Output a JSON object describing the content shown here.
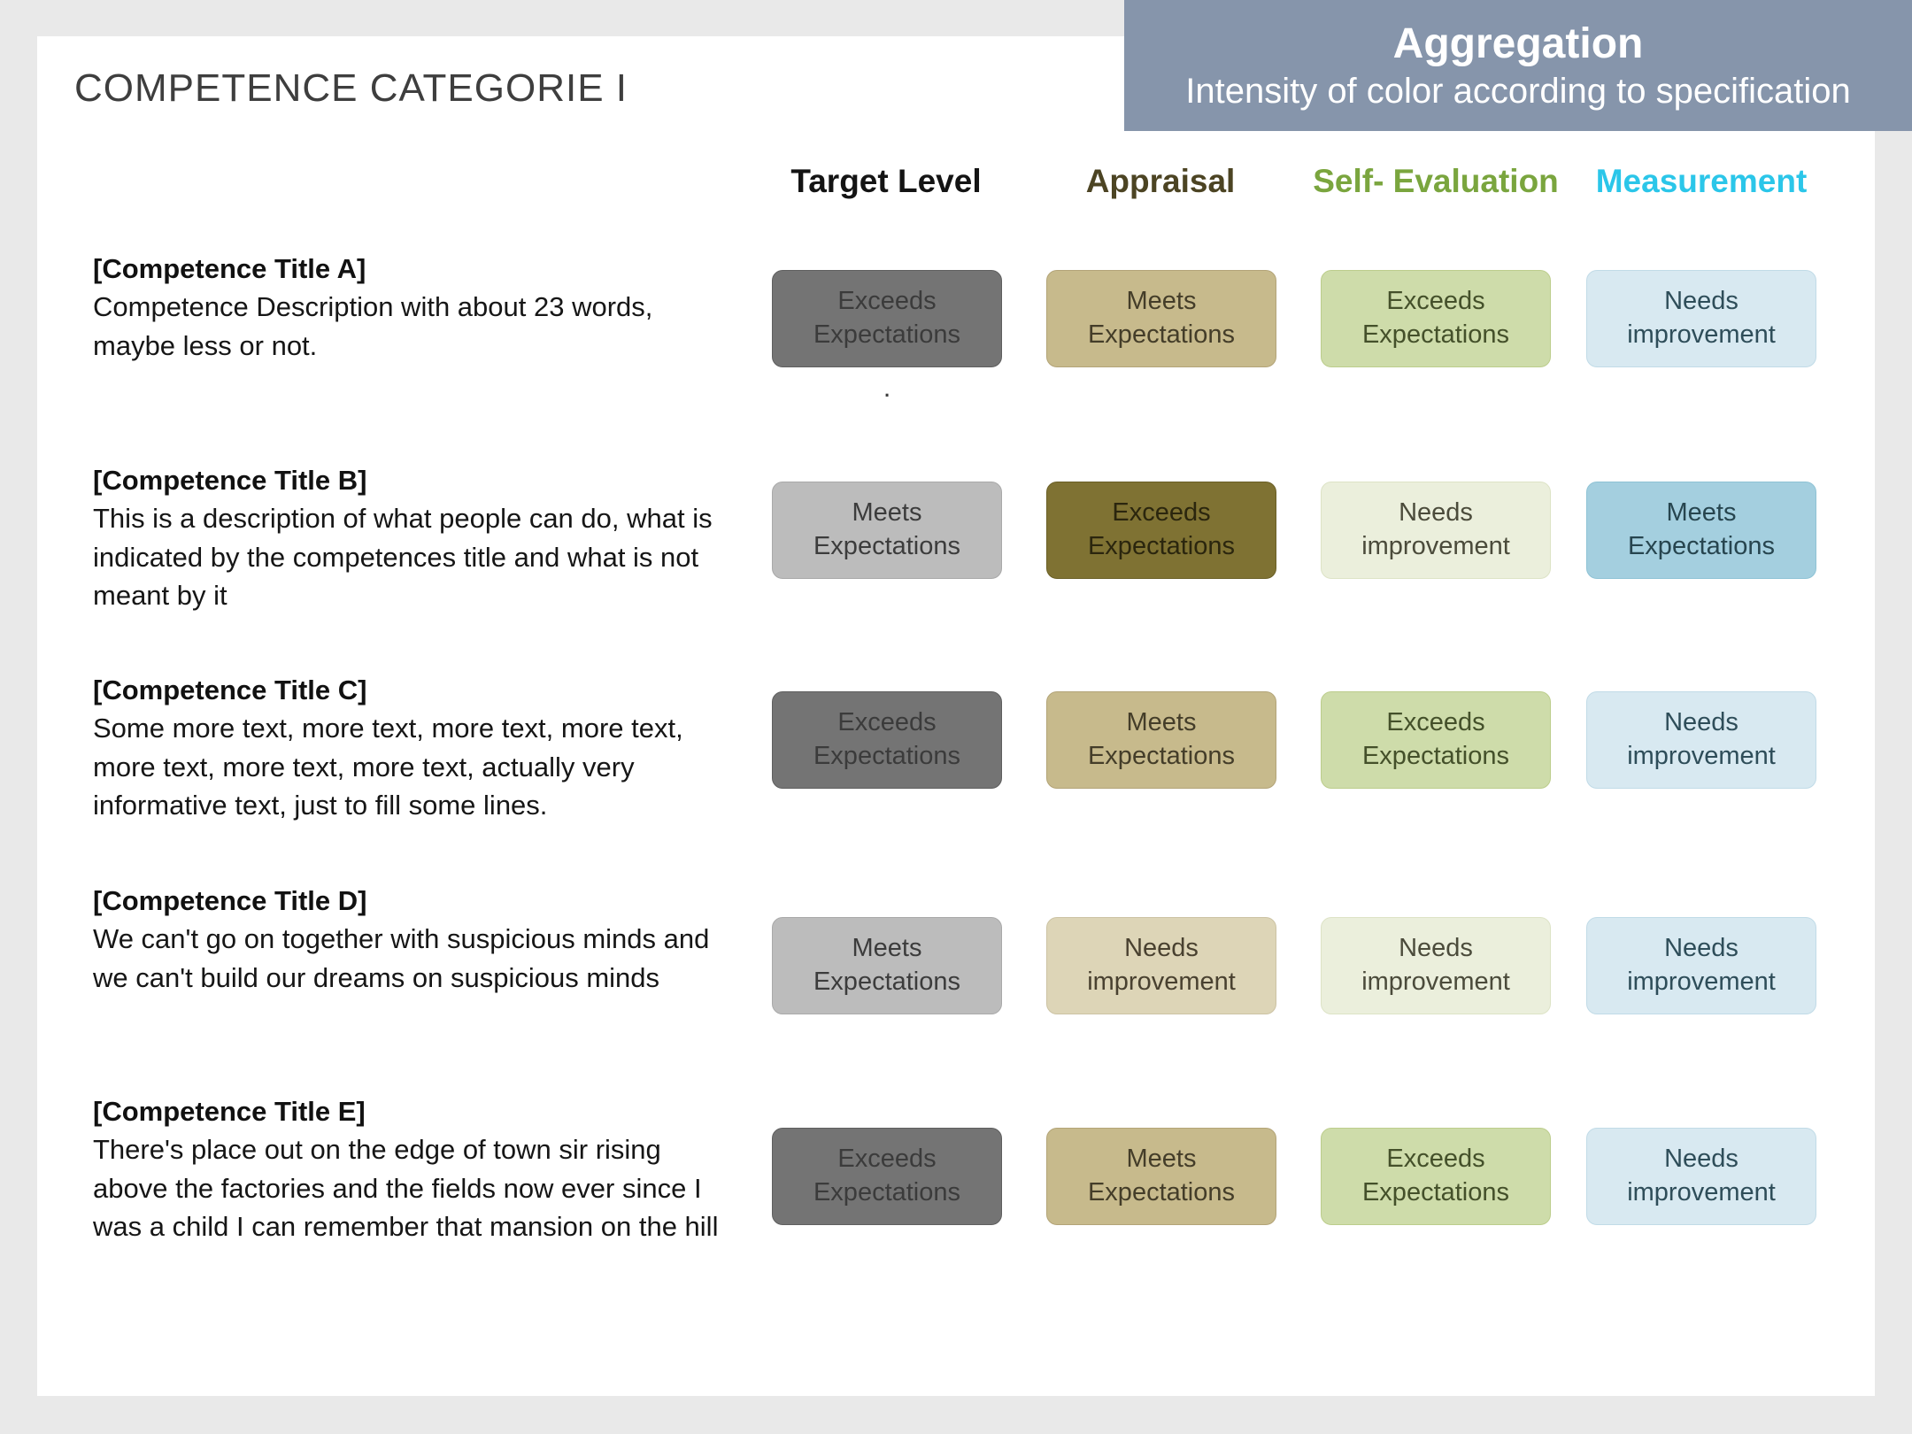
{
  "page": {
    "title": "COMPETENCE CATEGORIE I",
    "background": "#e9e9e9",
    "card_bg": "#ffffff"
  },
  "banner": {
    "title": "Aggregation",
    "subtitle": "Intensity of color according to specification",
    "bg": "#8695ab",
    "text_color": "#ffffff"
  },
  "columns": [
    {
      "id": "target-level",
      "label": "Target Level",
      "color": "#141414"
    },
    {
      "id": "appraisal",
      "label": "Appraisal",
      "color": "#4c4423"
    },
    {
      "id": "self-evaluation",
      "label": "Self- Evaluation",
      "color": "#7aa53e"
    },
    {
      "id": "measurement",
      "label": "Measurement",
      "color": "#2bc6e9"
    }
  ],
  "palette": {
    "gray-dark": {
      "bg": "#747474",
      "text": "#3b3b3b",
      "border": "#5f5f5f"
    },
    "gray-light": {
      "bg": "#bcbcbc",
      "text": "#3c3c3c",
      "border": "#a9a9a9"
    },
    "tan": {
      "bg": "#c7ba8c",
      "text": "#443d29",
      "border": "#b3a478"
    },
    "olive-dark": {
      "bg": "#7f7233",
      "text": "#2b260e",
      "border": "#6a5f26"
    },
    "tan-light": {
      "bg": "#ddd5b7",
      "text": "#494130",
      "border": "#ccc3a4"
    },
    "green": {
      "bg": "#cedcaa",
      "text": "#44502a",
      "border": "#bccd8c"
    },
    "green-pale": {
      "bg": "#ebefdc",
      "text": "#4b4b3b",
      "border": "#dde3c6"
    },
    "blue-light": {
      "bg": "#d8e9f1",
      "text": "#2e4d59",
      "border": "#c1dbe7"
    },
    "blue-mid": {
      "bg": "#a4cfdf",
      "text": "#27454f",
      "border": "#8fc3d5"
    }
  },
  "rows": [
    {
      "title": "[Competence Title A]",
      "description": "Competence Description with about 23 words, maybe less or not.",
      "note": ".",
      "cells": [
        {
          "label": "Exceeds Expectations",
          "variant": "gray-dark"
        },
        {
          "label": "Meets Expectations",
          "variant": "tan"
        },
        {
          "label": "Exceeds Expectations",
          "variant": "green"
        },
        {
          "label": "Needs improvement",
          "variant": "blue-light"
        }
      ]
    },
    {
      "title": "[Competence Title B]",
      "description": "This is a description of what people can do, what is indicated by the competences title and what is not meant by it",
      "cells": [
        {
          "label": "Meets Expectations",
          "variant": "gray-light"
        },
        {
          "label": "Exceeds Expectations",
          "variant": "olive-dark"
        },
        {
          "label": "Needs improvement",
          "variant": "green-pale"
        },
        {
          "label": "Meets Expectations",
          "variant": "blue-mid"
        }
      ]
    },
    {
      "title": "[Competence Title C]",
      "description": "Some more text, more text, more text, more text, more text, more text, more text, actually very informative text, just to fill some lines.",
      "cells": [
        {
          "label": "Exceeds Expectations",
          "variant": "gray-dark"
        },
        {
          "label": "Meets Expectations",
          "variant": "tan"
        },
        {
          "label": "Exceeds Expectations",
          "variant": "green"
        },
        {
          "label": "Needs improvement",
          "variant": "blue-light"
        }
      ]
    },
    {
      "title": "[Competence Title D]",
      "description": "We can't go on together with suspicious minds and we can't build our dreams on suspicious minds",
      "cells": [
        {
          "label": "Meets Expectations",
          "variant": "gray-light"
        },
        {
          "label": "Needs improvement",
          "variant": "tan-light"
        },
        {
          "label": "Needs improvement",
          "variant": "green-pale"
        },
        {
          "label": "Needs improvement",
          "variant": "blue-light"
        }
      ]
    },
    {
      "title": "[Competence Title E]",
      "description": "There's place out on the edge of town sir  rising above the factories and the fields now ever since I was a child I can remember that mansion on the hill",
      "cells": [
        {
          "label": "Exceeds Expectations",
          "variant": "gray-dark"
        },
        {
          "label": "Meets Expectations",
          "variant": "tan"
        },
        {
          "label": "Exceeds Expectations",
          "variant": "green"
        },
        {
          "label": "Needs improvement",
          "variant": "blue-light"
        }
      ]
    }
  ]
}
